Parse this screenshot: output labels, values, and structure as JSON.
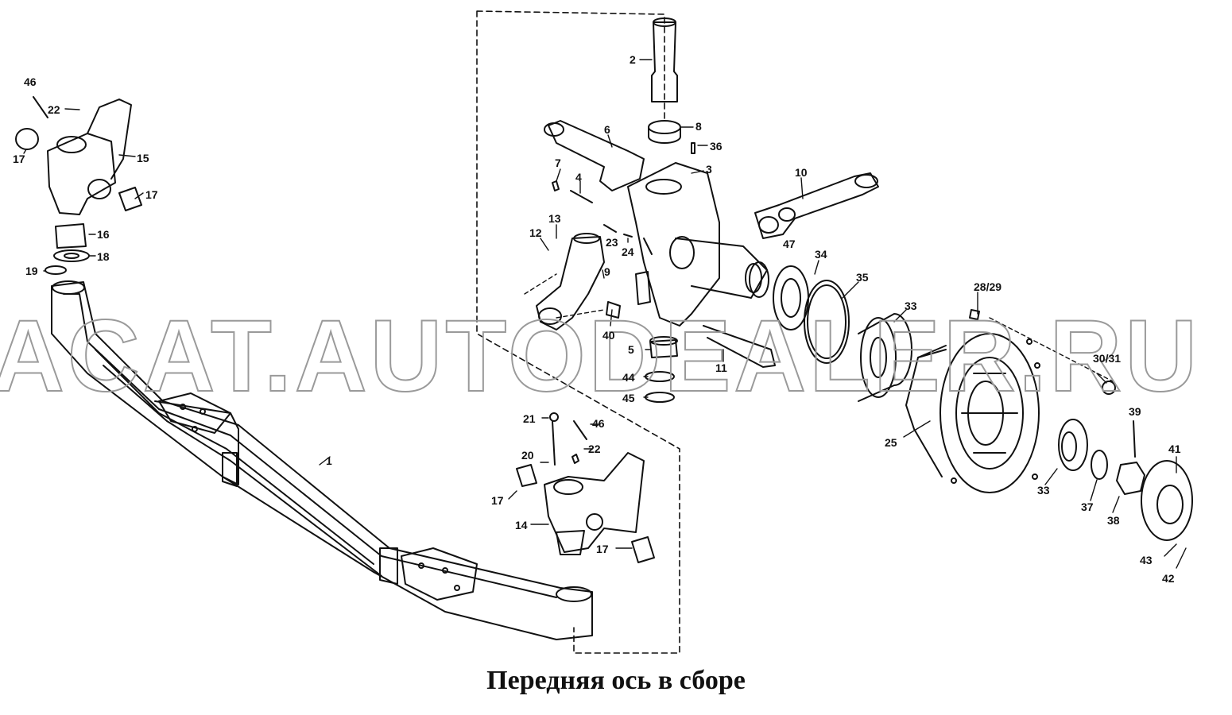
{
  "caption": "Передняя ось в сборе",
  "watermark": "ACAT.AUTODEALER.RU",
  "colors": {
    "ink": "#111111",
    "watermark": "#9a9a9a",
    "background": "#ffffff"
  },
  "callouts": {
    "c1": "1",
    "c2": "2",
    "c3": "3",
    "c4": "4",
    "c5": "5",
    "c6": "6",
    "c7": "7",
    "c8": "8",
    "c9": "9",
    "c10": "10",
    "c11": "11",
    "c12": "12",
    "c13": "13",
    "c14": "14",
    "c15": "15",
    "c16": "16",
    "c17a": "17",
    "c17b": "17",
    "c17c": "17",
    "c17d": "17",
    "c18": "18",
    "c19": "19",
    "c20": "20",
    "c21": "21",
    "c22a": "22",
    "c22b": "22",
    "c23": "23",
    "c24": "24",
    "c25": "25",
    "c28": "28/29",
    "c30": "30/31",
    "c33a": "33",
    "c33b": "33",
    "c34": "34",
    "c35": "35",
    "c36": "36",
    "c37": "37",
    "c38": "38",
    "c39": "39",
    "c40": "40",
    "c41": "41",
    "c42": "42",
    "c43": "43",
    "c44": "44",
    "c45": "45",
    "c46a": "46",
    "c46b": "46",
    "c47": "47"
  }
}
